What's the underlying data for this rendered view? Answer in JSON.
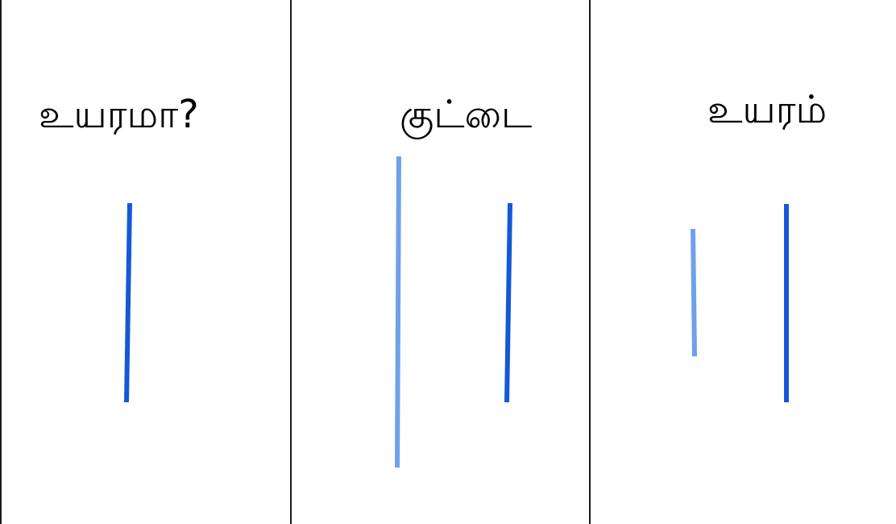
{
  "panels": [
    {
      "label": "உயரமா?"
    },
    {
      "label": "குட்டை"
    },
    {
      "label": "உயரம்"
    }
  ],
  "colors": {
    "reference_line": "#1558d6",
    "comparison_line": "#6fa0ea",
    "divider": "#1a1a1a"
  }
}
